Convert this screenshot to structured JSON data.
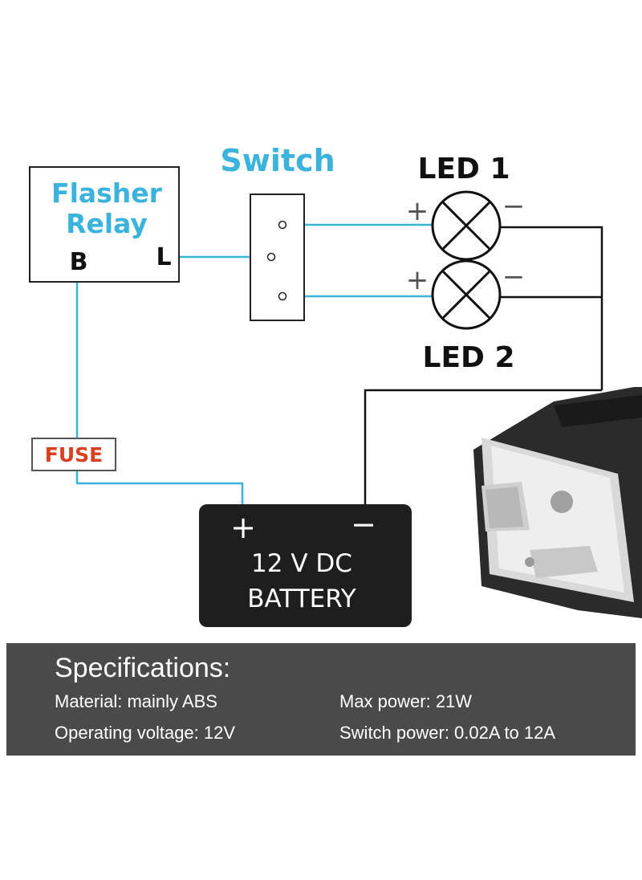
{
  "diagram": {
    "flasher_relay": {
      "line1": "Flasher",
      "line2": "Relay",
      "terminal_b": "B",
      "terminal_l": "L"
    },
    "switch_label": "Switch",
    "led1": {
      "label": "LED 1",
      "plus": "+",
      "minus": "−"
    },
    "led2": {
      "label": "LED 2",
      "plus": "+",
      "minus": "−"
    },
    "fuse_label": "FUSE",
    "battery": {
      "plus": "+",
      "minus": "−",
      "line1": "12 V DC",
      "line2": "BATTERY"
    },
    "colors": {
      "wire_cyan": "#3bb3dd",
      "wire_black": "#111111",
      "fuse_red": "#d9401f",
      "battery_fill": "#1e1e1e"
    }
  },
  "specs": {
    "title": "Specifications:",
    "items": [
      "Material: mainly ABS",
      "Operating voltage: 12V",
      "Max power: 21W",
      "Switch power: 0.02A to 12A"
    ]
  }
}
